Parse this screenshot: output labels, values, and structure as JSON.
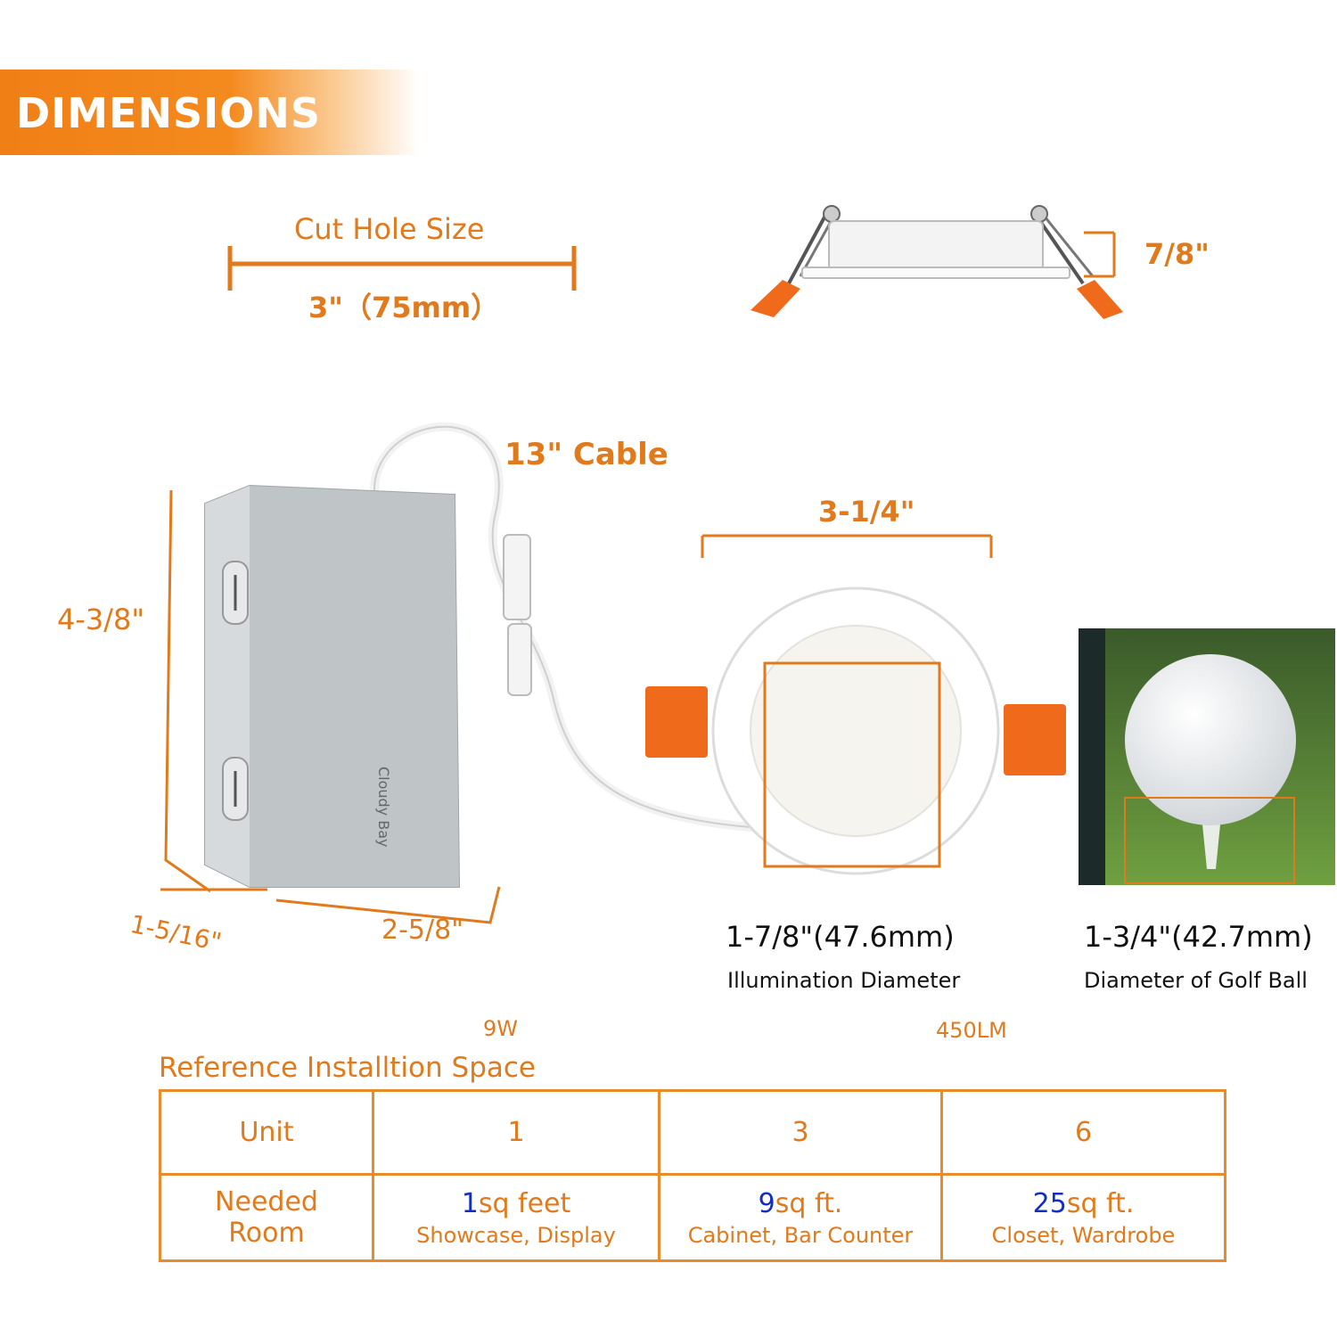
{
  "header": {
    "title": "DIMENSIONS"
  },
  "cut_hole": {
    "label": "Cut Hole Size",
    "value": "3\"（75mm）"
  },
  "fixture_height": "7/8\"",
  "cable": "13\" Cable",
  "panel_width": "3-1/4\"",
  "junction_box": {
    "height": "4-3/8\"",
    "depth": "1-5/16\"",
    "width": "2-5/8\"",
    "brand": "Cloudy Bay"
  },
  "illumination": {
    "value": "1-7/8\"(47.6mm)",
    "caption": "Illumination Diameter"
  },
  "golf_ball": {
    "value": "1-3/4\"(42.7mm)",
    "caption": "Diameter of Golf Ball"
  },
  "specs": {
    "watt": "9W",
    "lumen": "450LM"
  },
  "reference": {
    "title": "Reference Installtion Space",
    "row1_label": "Unit",
    "row2_label_1": "Needed",
    "row2_label_2": "Room",
    "columns": [
      {
        "unit": "1",
        "area_num": "1",
        "area_unit": "sq feet",
        "use": "Showcase, Display"
      },
      {
        "unit": "3",
        "area_num": "9",
        "area_unit": "sq ft.",
        "use": "Cabinet, Bar Counter"
      },
      {
        "unit": "6",
        "area_num": "25",
        "area_unit": "sq ft.",
        "use": "Closet, Wardrobe"
      }
    ]
  },
  "colors": {
    "accent": "#e07a1c",
    "blue": "#1230c0",
    "banner": "#f07f16"
  },
  "icons": [
    "junction-box-illustration",
    "led-panel-illustration",
    "golf-ball-photo"
  ]
}
